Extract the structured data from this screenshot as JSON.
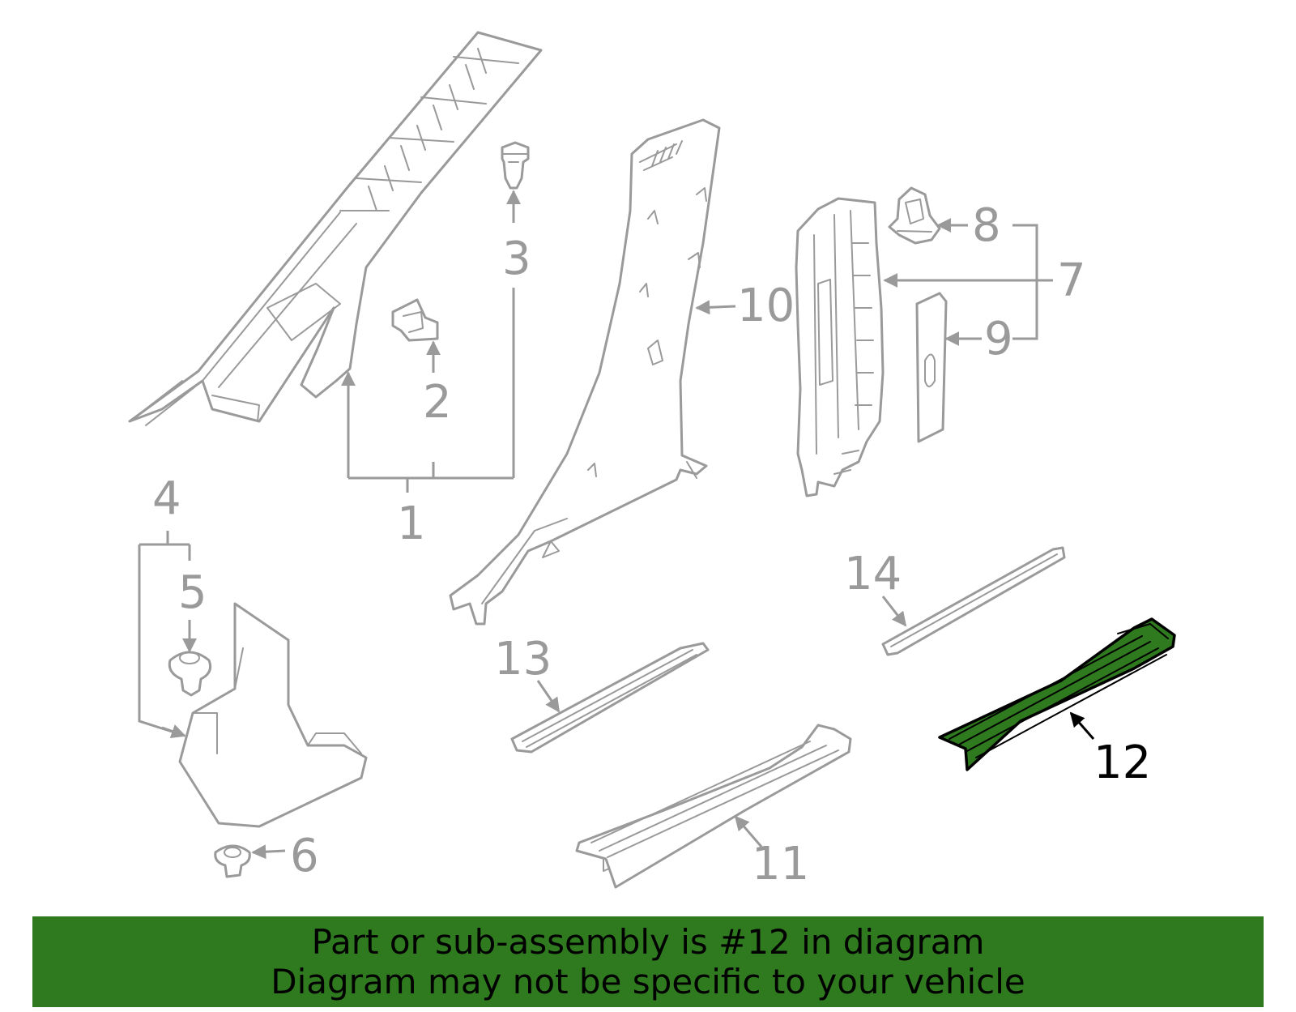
{
  "diagram": {
    "callouts": [
      "1",
      "2",
      "3",
      "4",
      "5",
      "6",
      "7",
      "8",
      "9",
      "10",
      "11",
      "12",
      "13",
      "14"
    ],
    "highlighted_part": "12",
    "highlight_color": "#2f7a1f",
    "line_color": "#9a9a9a"
  },
  "banner": {
    "line1": "Part or sub-assembly is #12 in diagram",
    "line2": "Diagram may not be specific to your vehicle",
    "background": "#2f7a1f"
  }
}
